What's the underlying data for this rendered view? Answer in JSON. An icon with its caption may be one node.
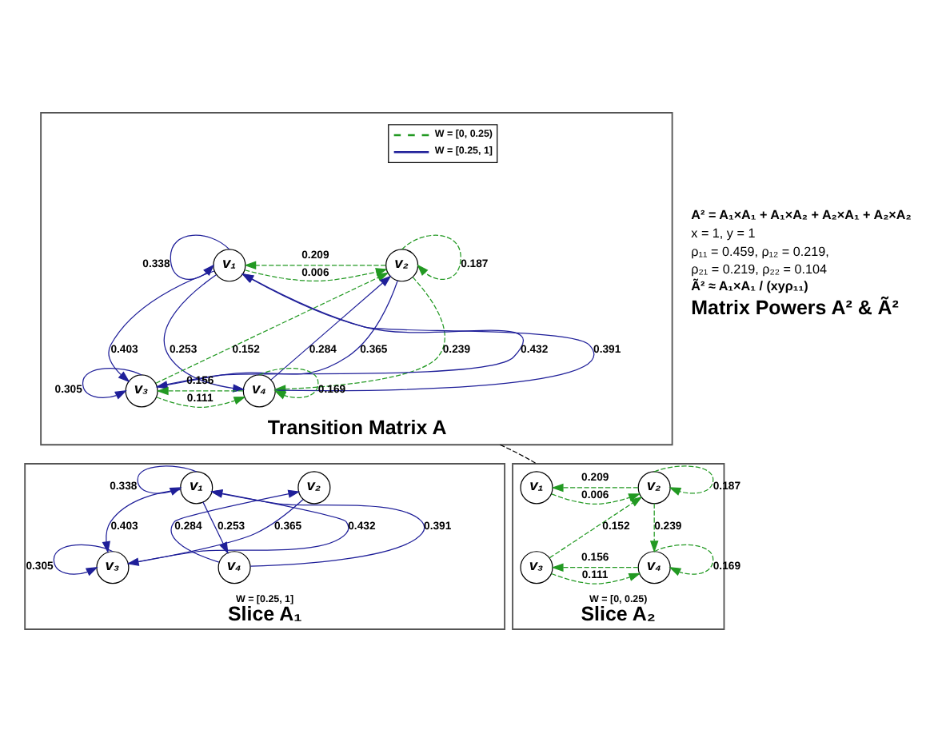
{
  "diagram": {
    "nodes": [
      {
        "text": [
          "Transition Matrix A"
        ]
      },
      {
        "text": [
          "v₁"
        ],
        "in": 0
      },
      {
        "text": [
          "v₂"
        ],
        "in": 0
      },
      {
        "text": [
          "v₃"
        ],
        "in": 0
      },
      {
        "text": [
          "v₄"
        ],
        "in": 0
      },
      {
        "text": [
          "W = [0.25, 1]",
          "Slice A₁"
        ]
      },
      {
        "text": [
          "v₁"
        ],
        "in": 5
      },
      {
        "text": [
          "v₂"
        ],
        "in": 5
      },
      {
        "text": [
          "v₃"
        ],
        "in": 5
      },
      {
        "text": [
          "v₄"
        ],
        "in": 5
      },
      {
        "text": [
          "W = [0, 0.25)",
          "Slice A₂"
        ]
      },
      {
        "text": [
          "v₁"
        ],
        "in": 10
      },
      {
        "text": [
          "v₂"
        ],
        "in": 10
      },
      {
        "text": [
          "v₃"
        ],
        "in": 10
      },
      {
        "text": [
          "v₄"
        ],
        "in": 10
      }
    ],
    "edges": [
      {
        "from": 1,
        "to": 1,
        "arrow": "to",
        "label": "0.338",
        "color": "#1f1f99"
      },
      {
        "from": 2,
        "to": 1,
        "arrow": "to",
        "label": "0.209",
        "style": "dashed",
        "color": "#229922"
      },
      {
        "from": 1,
        "to": 2,
        "arrow": "to",
        "label": "0.006",
        "style": "dashed",
        "color": "#229922"
      },
      {
        "from": 2,
        "to": 2,
        "arrow": "to",
        "label": "0.187",
        "style": "dashed",
        "color": "#229922"
      },
      {
        "from": 1,
        "to": 3,
        "arrow": "to",
        "label": "0.403",
        "color": "#1f1f99"
      },
      {
        "from": 3,
        "to": 1,
        "arrow": "to",
        "label": "0.432",
        "color": "#1f1f99"
      },
      {
        "from": 1,
        "to": 4,
        "arrow": "to",
        "label": "0.253",
        "color": "#1f1f99"
      },
      {
        "from": 3,
        "to": 2,
        "arrow": "to",
        "label": "0.152",
        "style": "dashed",
        "color": "#229922"
      },
      {
        "from": 2,
        "to": 4,
        "arrow": "to",
        "label": "0.239",
        "style": "dashed",
        "color": "#229922"
      },
      {
        "from": 4,
        "to": 2,
        "arrow": "to",
        "label": "0.284",
        "color": "#1f1f99"
      },
      {
        "from": 2,
        "to": 3,
        "arrow": "to",
        "label": "0.365",
        "color": "#1f1f99"
      },
      {
        "from": 4,
        "to": 1,
        "arrow": "to",
        "label": "0.391",
        "color": "#1f1f99"
      },
      {
        "from": 4,
        "to": 3,
        "arrow": "to",
        "label": "0.156",
        "style": "dashed",
        "color": "#229922"
      },
      {
        "from": 3,
        "to": 4,
        "arrow": "to",
        "label": "0.111",
        "style": "dashed",
        "color": "#229922"
      },
      {
        "from": 3,
        "to": 3,
        "arrow": "to",
        "label": "0.305",
        "color": "#1f1f99"
      },
      {
        "from": 4,
        "to": 4,
        "arrow": "to",
        "label": "0.169",
        "style": "dashed",
        "color": "#229922"
      },
      {
        "from": 6,
        "to": 6,
        "arrow": "to",
        "label": "0.338",
        "color": "#1f1f99"
      },
      {
        "from": 6,
        "to": 8,
        "arrow": "to",
        "label": "0.403",
        "color": "#1f1f99"
      },
      {
        "from": 8,
        "to": 6,
        "arrow": "to",
        "label": "0.432",
        "color": "#1f1f99"
      },
      {
        "from": 6,
        "to": 9,
        "arrow": "to",
        "label": "0.253",
        "color": "#1f1f99"
      },
      {
        "from": 7,
        "to": 8,
        "arrow": "to",
        "label": "0.365",
        "color": "#1f1f99"
      },
      {
        "from": 9,
        "to": 6,
        "arrow": "to",
        "label": "0.391",
        "color": "#1f1f99"
      },
      {
        "from": 9,
        "to": 7,
        "arrow": "to",
        "label": "0.284",
        "color": "#1f1f99"
      },
      {
        "from": 8,
        "to": 8,
        "arrow": "to",
        "label": "0.305",
        "color": "#1f1f99"
      },
      {
        "from": 12,
        "to": 12,
        "arrow": "to",
        "label": "0.187",
        "style": "dashed",
        "color": "#229922"
      },
      {
        "from": 12,
        "to": 11,
        "arrow": "to",
        "label": "0.209",
        "style": "dashed",
        "color": "#229922"
      },
      {
        "from": 11,
        "to": 12,
        "arrow": "to",
        "label": "0.006",
        "style": "dashed",
        "color": "#229922"
      },
      {
        "from": 13,
        "to": 12,
        "arrow": "to",
        "label": "0.152",
        "style": "dashed",
        "color": "#229922"
      },
      {
        "from": 12,
        "to": 14,
        "arrow": "to",
        "label": "0.239",
        "style": "dashed",
        "color": "#229922"
      },
      {
        "from": 14,
        "to": 13,
        "arrow": "to",
        "label": "0.156",
        "style": "dashed",
        "color": "#229922"
      },
      {
        "from": 13,
        "to": 14,
        "arrow": "to",
        "label": "0.111",
        "style": "dashed",
        "color": "#229922"
      },
      {
        "from": 14,
        "to": 14,
        "arrow": "to",
        "label": "0.169",
        "style": "dashed",
        "color": "#229922"
      },
      {
        "from": 0,
        "to": 10,
        "arrow": "none",
        "style": "dashed",
        "color": "#000000"
      }
    ],
    "labels": [
      "A² = A₁×A₁ + A₁×A₂ + A₂×A₁ + A₂×A₂",
      "x = 1, y = 1",
      "ρ₁₁ = 0.459, ρ₁₂ = 0.219,",
      "ρ₂₁ = 0.219, ρ₂₂ = 0.104",
      "Ã² ≈ A₁×A₁ / (xyρ₁₁)",
      "Matrix Powers A² & Ã²"
    ],
    "legend": [
      {
        "text": "W = [0, 0.25)"
      },
      {
        "text": "W = [0.25, 1]"
      }
    ]
  }
}
